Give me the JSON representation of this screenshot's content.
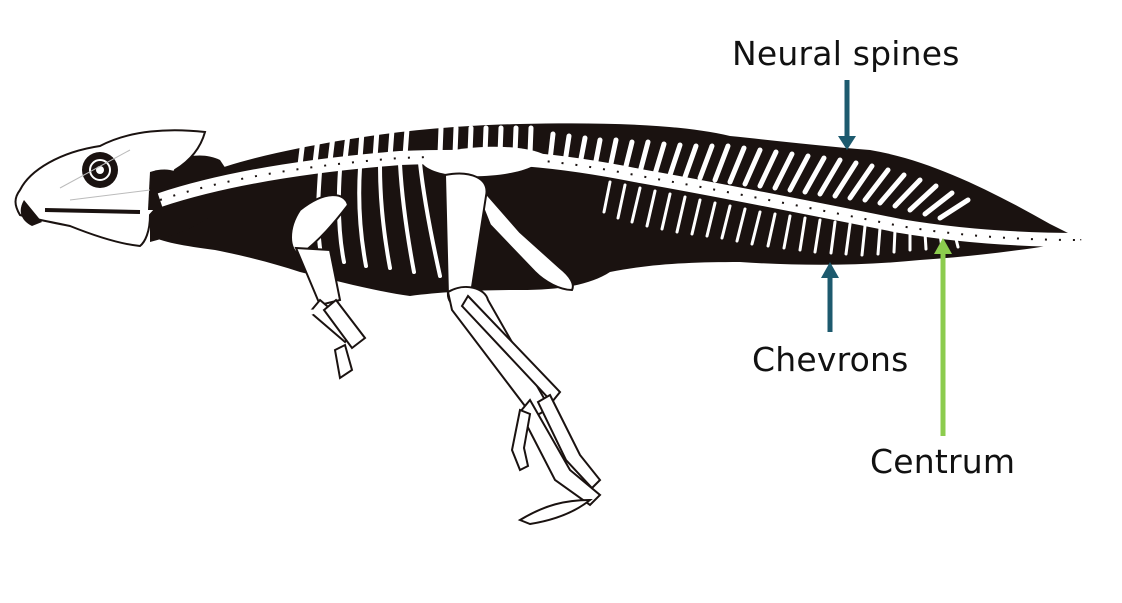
{
  "labels": {
    "neural_spines": "Neural spines",
    "chevrons": "Chevrons",
    "centrum": "Centrum"
  },
  "colors": {
    "silhouette": "#1a1210",
    "bone": "#ffffff",
    "arrow_blue": "#1d5a6e",
    "arrow_green": "#8ccc4e"
  }
}
